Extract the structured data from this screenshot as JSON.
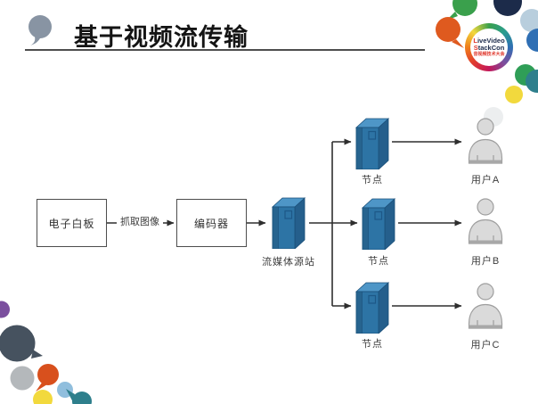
{
  "slide": {
    "title": "基于视频流传输",
    "logo": {
      "line1": "LiveVideo",
      "line2": "StackCon",
      "line3": "音视频技术大会"
    },
    "icons": {
      "title_bullet": "speech-bubble-icon",
      "server": "server-tower-icon",
      "user": "person-icon"
    },
    "colors": {
      "title_text": "#141414",
      "title_bubble_gray": "#8894a3",
      "server_front_blue": "#2d74a5",
      "server_top_blue": "#4e96c7",
      "server_side_blue": "#255f8c",
      "person_gray": "#dadada",
      "connector_dark": "#2e2e2e",
      "logo_red": "#e03a2f",
      "logo_navy": "#1b2a4a"
    }
  },
  "diagram": {
    "whiteboard": {
      "label": "电子白板"
    },
    "capture_arrow": {
      "label": "抓取图像"
    },
    "encoder": {
      "label": "编码器"
    },
    "origin": {
      "label": "流媒体源站"
    },
    "nodes": [
      {
        "label": "节点"
      },
      {
        "label": "节点"
      },
      {
        "label": "节点"
      }
    ],
    "users": [
      {
        "label": "用户A"
      },
      {
        "label": "用户B"
      },
      {
        "label": "用户C"
      }
    ]
  }
}
